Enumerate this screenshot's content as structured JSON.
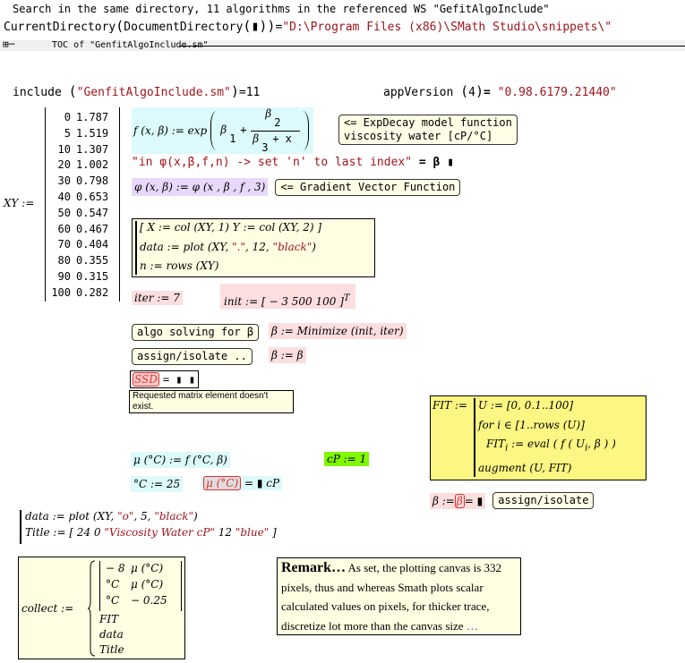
{
  "header": {
    "note": "Search in the same directory, 11 algorithms in the referenced WS \"GefitAlgoInclude\"",
    "curdir_fn": "CurrentDirectory",
    "docdir_fn": "DocumentDirectory",
    "curdir_value": "\"D:\\Program Files (x86)\\SMath Studio\\snippets\\\"",
    "toc_label": "TOC of \"GenfitAlgoInclude.sm\""
  },
  "include": {
    "fn": "include",
    "arg": "\"GenfitAlgoInclude.sm\"",
    "result": "11"
  },
  "appversion": {
    "fn": "appVersion",
    "arg": "4",
    "result": "\"0.98.6179.21440\""
  },
  "xy": {
    "label": "XY :=",
    "rows": [
      [
        "0",
        "1.787"
      ],
      [
        "5",
        "1.519"
      ],
      [
        "10",
        "1.307"
      ],
      [
        "20",
        "1.002"
      ],
      [
        "30",
        "0.798"
      ],
      [
        "40",
        "0.653"
      ],
      [
        "50",
        "0.547"
      ],
      [
        "60",
        "0.467"
      ],
      [
        "70",
        "0.404"
      ],
      [
        "80",
        "0.355"
      ],
      [
        "90",
        "0.315"
      ],
      [
        "100",
        "0.282"
      ]
    ]
  },
  "fdef": {
    "lhs": "f (x, β) := exp",
    "b1": "β",
    "s1": "1",
    "b2": "β",
    "s2": "2",
    "b3": "β",
    "s3": "3",
    "plusx": "+ x",
    "plus": "+"
  },
  "comments": {
    "expdecay1": "<= ExpDecay model function",
    "expdecay2": "viscosity water [cP/°C]",
    "gradient": "<= Gradient Vector Function",
    "algo": "algo solving for β",
    "assign1": "assign/isolate ..",
    "assign2": "assign/isolate"
  },
  "phi_string": "\"in φ(x,β,f,n) -> set 'n' to last index\"",
  "phi_string_eq": "= β",
  "phidef": "φ (x, β) := φ (x , β , f , 3)",
  "block": {
    "l1": "[ X := col (XY, 1)  Y := col (XY, 2) ]",
    "l2a": "data := plot (XY, ",
    "l2b": "\".\"",
    "l2c": ", 12, ",
    "l2d": "\"black\"",
    "l2e": ")",
    "l3": "n := rows (XY)"
  },
  "iter": "iter := 7",
  "init": "init := [ − 3  500  100 ]",
  "init_sup": "T",
  "minimize": "β := Minimize (init, iter)",
  "beta_assign": "β := β",
  "ssd": {
    "name": "SSD",
    "eq": "= ▮ ▮",
    "error": "Requested matrix element doesn't exist."
  },
  "fit": {
    "lhs": "FIT :=",
    "l1": "U := [0, 0.1..100]",
    "l2": "for  i ∈ [1..rows (U)]",
    "l3a": "FIT",
    "l3s": "i",
    "l3b": " := eval ( f ( U",
    "l3c": "i",
    "l3d": ", β ) )",
    "l4": "augment (U, FIT)"
  },
  "mu": {
    "def": "μ (°C) := f (°C, β)",
    "cp": "cP := 1",
    "tc": "°C := 25",
    "eval": "μ (°C)",
    "eval_rhs": "= ▮ cP"
  },
  "beta_row": {
    "lhs": "β :=",
    "mid": "β",
    "rhs": "= ▮"
  },
  "plotdef": {
    "l1a": "data := plot (XY, ",
    "l1b": "\"o\"",
    "l1c": ", 5, ",
    "l1d": "\"black\"",
    "l1e": ")",
    "l2a": "Title := [ 24  0 ",
    "l2b": "\"Viscosity Water cP\"",
    "l2c": " 12 ",
    "l2d": "\"blue\"",
    "l2e": " ]"
  },
  "collect": {
    "lhs": "collect :=",
    "m": [
      [
        "− 8",
        "μ (°C)"
      ],
      [
        "°C",
        "μ (°C)"
      ],
      [
        "°C",
        "− 0.25"
      ]
    ],
    "items": [
      "FIT",
      "data",
      "Title"
    ]
  },
  "remark": {
    "bold": "Remark…",
    "text": " As set, the plotting canvas is 332 pixels, thus and whereas Smath plots scalar calculated values on pixels,  for thicker trace, discretize lot more than the  canvas size ",
    "dots": "…"
  }
}
